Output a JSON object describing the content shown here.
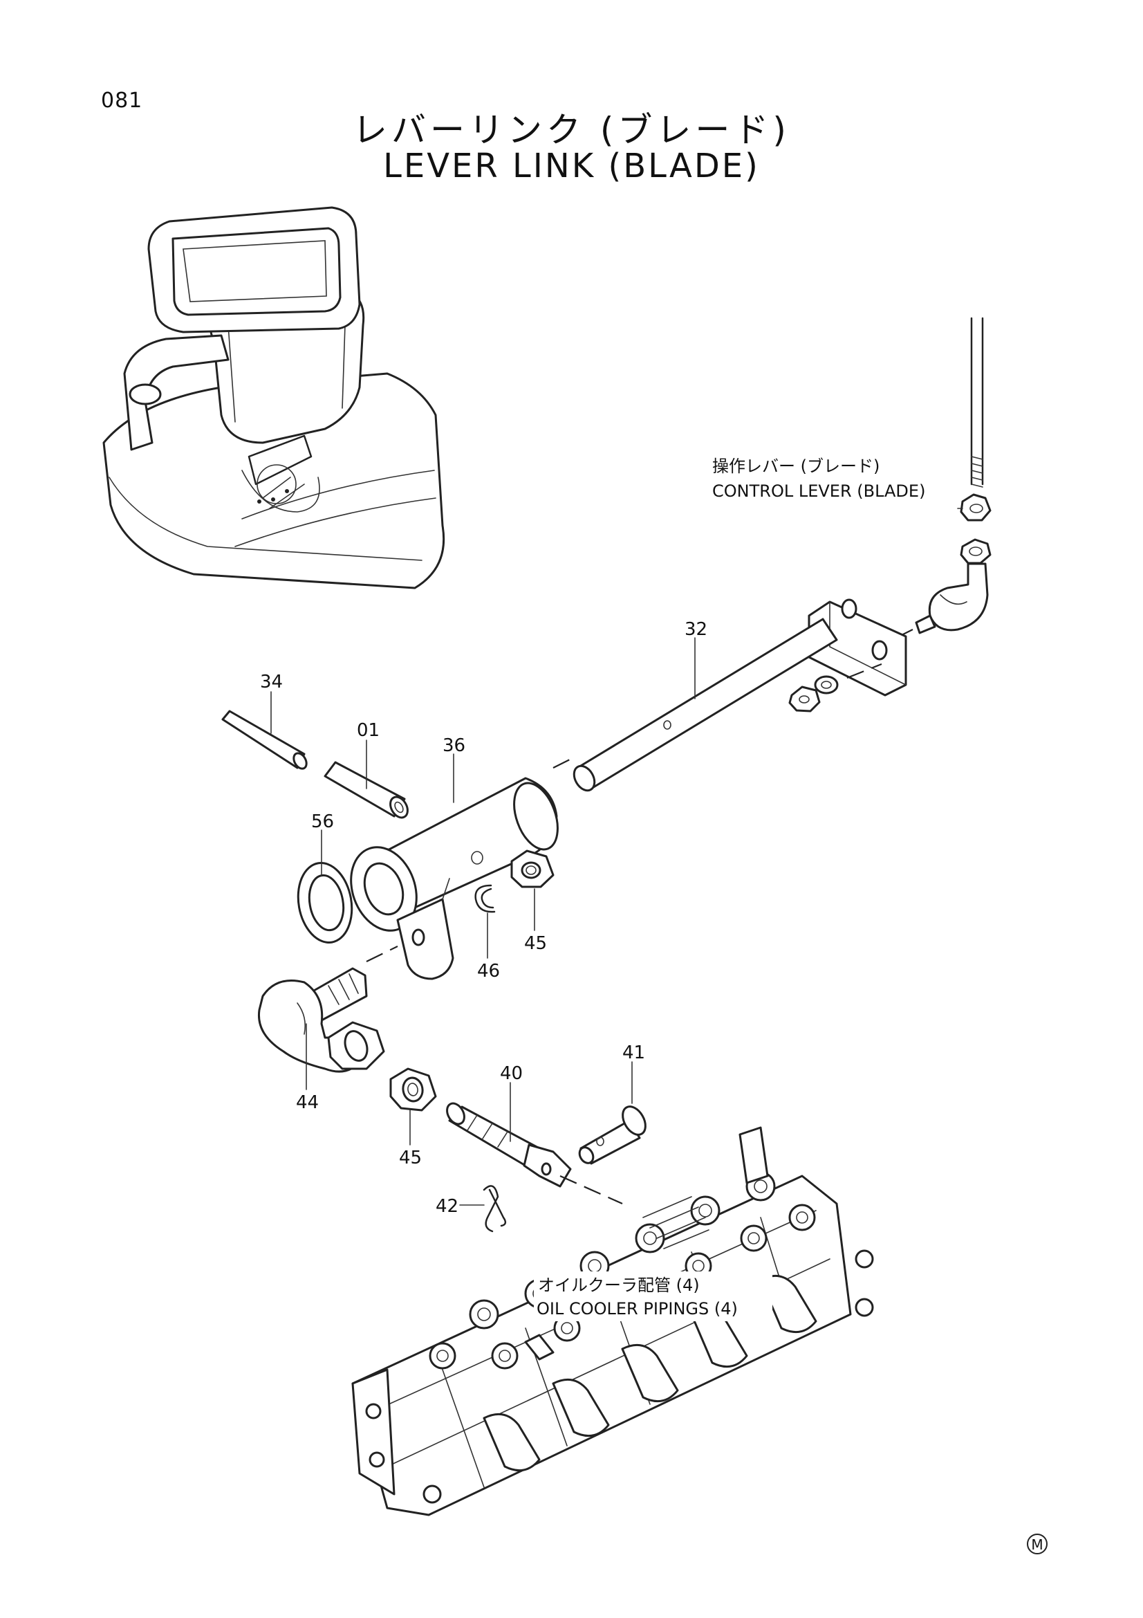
{
  "page_number": "081",
  "title": {
    "jp": "レバーリンク (ブレード)",
    "en": "LEVER LINK (BLADE)"
  },
  "annotations": {
    "control_lever_jp": "操作レバー (ブレード)",
    "control_lever_en": "CONTROL LEVER (BLADE)",
    "oil_cooler_jp": "オイルクーラ配管 (4)",
    "oil_cooler_en": "OIL COOLER PIPINGS (4)"
  },
  "parts": [
    "32",
    "34",
    "01",
    "36",
    "56",
    "45",
    "46",
    "44",
    "45",
    "40",
    "41",
    "42"
  ],
  "mark": "M"
}
